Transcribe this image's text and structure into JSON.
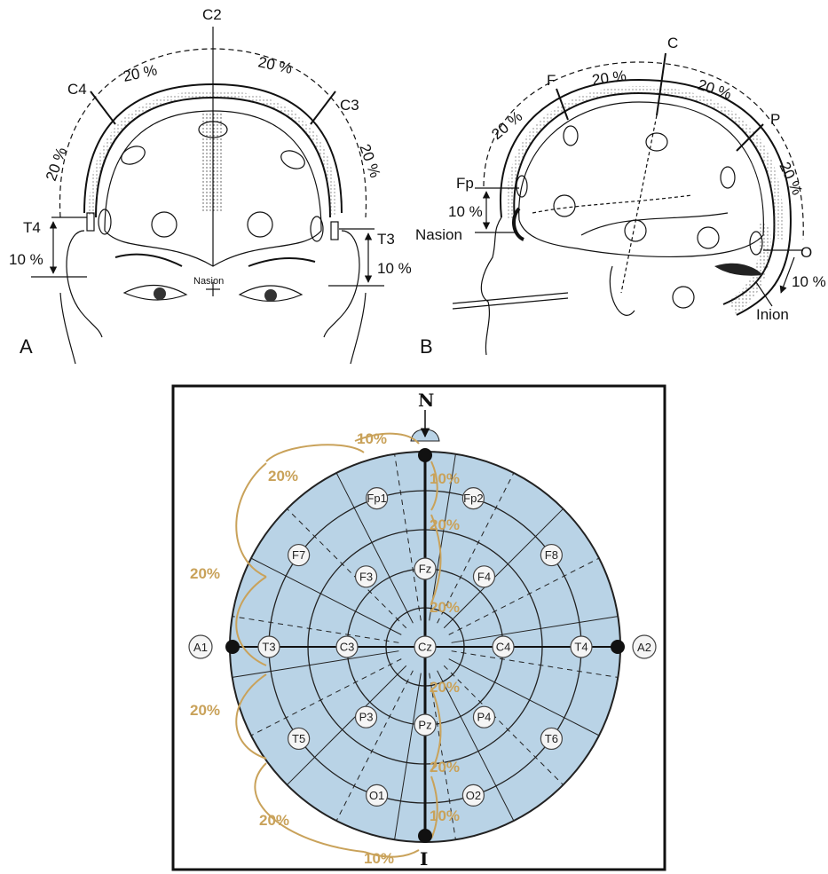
{
  "panel_a": {
    "letter": "A",
    "top_electrode": "C2",
    "left_upper": "C4",
    "right_upper": "C3",
    "left_lower": "T4",
    "right_lower": "T3",
    "nasion": "Nasion",
    "pct_20": "20 %",
    "pct_10": "10 %"
  },
  "panel_b": {
    "letter": "B",
    "labels": [
      "F",
      "C",
      "P",
      "Fp",
      "Nasion",
      "O",
      "Inion"
    ],
    "pct_20": "20 %",
    "pct_10": "10 %"
  },
  "panel_c": {
    "top_pole": "N",
    "bottom_pole": "I",
    "pct_10": "10%",
    "pct_20": "20%",
    "left_ear": "A1",
    "right_ear": "A2",
    "electrodes": [
      "Fp1",
      "Fp2",
      "F7",
      "F3",
      "Fz",
      "F4",
      "F8",
      "T3",
      "C3",
      "Cz",
      "C4",
      "T4",
      "T5",
      "P3",
      "Pz",
      "P4",
      "T6",
      "O1",
      "O2"
    ]
  },
  "colors": {
    "scalp_fill": "#b9d3e6",
    "ring_line": "#222222",
    "pct_gold": "#c9a25a",
    "electrode_fill": "#f5f5f5"
  }
}
